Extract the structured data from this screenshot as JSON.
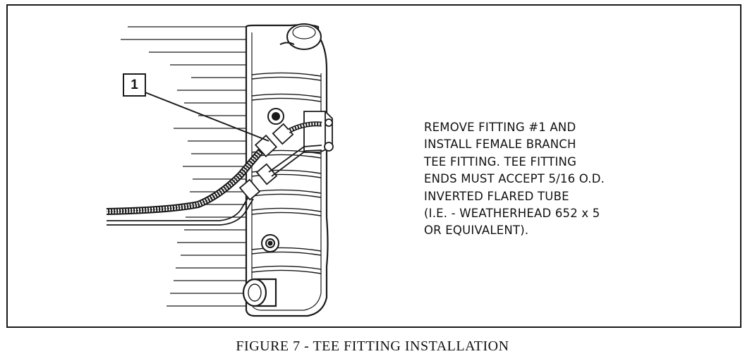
{
  "callout": {
    "number": "1"
  },
  "instructions": {
    "lines": [
      "REMOVE FITTING #1 AND",
      "INSTALL FEMALE BRANCH",
      "TEE FITTING. TEE FITTING",
      "ENDS MUST ACCEPT 5/16 O.D.",
      "INVERTED FLARED TUBE",
      "(I.E. - WEATHERHEAD 652 x 5",
      "OR EQUIVALENT)."
    ]
  },
  "caption": {
    "text": "FIGURE 7 - TEE FITTING INSTALLATION"
  },
  "colors": {
    "ink": "#1a1a1a",
    "paper": "#ffffff"
  }
}
